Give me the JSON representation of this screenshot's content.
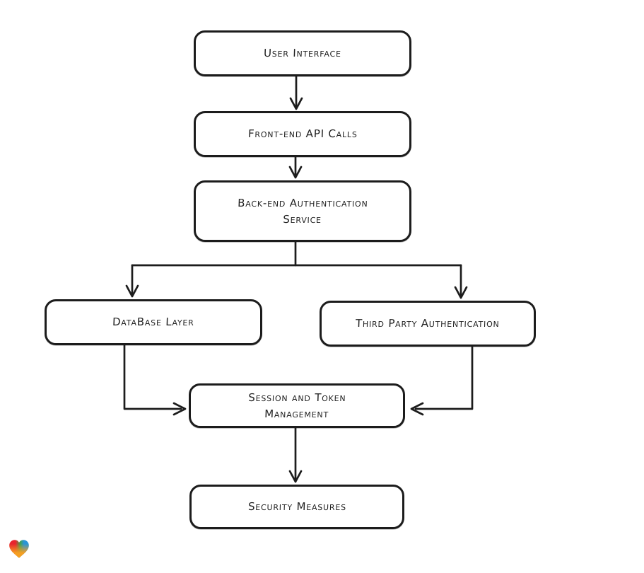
{
  "canvas": {
    "background_color": "#ffffff",
    "stroke_color": "#1c1c1c",
    "node_fill_color": "#ffffff",
    "text_color": "#1f1f1f"
  },
  "diagram": {
    "type": "flowchart",
    "direction": "top-down",
    "nodes": [
      {
        "id": "user-interface",
        "label": "User Interface"
      },
      {
        "id": "front-end-api-calls",
        "label": "Front-end API Calls"
      },
      {
        "id": "back-end-authentication-service",
        "label": "Back-end Authentication Service"
      },
      {
        "id": "database-layer",
        "label": "DataBase Layer"
      },
      {
        "id": "third-party-authentication",
        "label": "Third Party Authentication"
      },
      {
        "id": "session-and-token-management",
        "label": "Session and Token Management"
      },
      {
        "id": "security-measures",
        "label": "Security Measures"
      }
    ],
    "edges": [
      {
        "from": "user-interface",
        "to": "front-end-api-calls"
      },
      {
        "from": "front-end-api-calls",
        "to": "back-end-authentication-service"
      },
      {
        "from": "back-end-authentication-service",
        "to": "database-layer"
      },
      {
        "from": "back-end-authentication-service",
        "to": "third-party-authentication"
      },
      {
        "from": "database-layer",
        "to": "session-and-token-management"
      },
      {
        "from": "third-party-authentication",
        "to": "session-and-token-management"
      },
      {
        "from": "session-and-token-management",
        "to": "security-measures"
      }
    ]
  },
  "watermark": {
    "icon": "heart-gradient-icon",
    "gradient_colors": [
      "#e8252d",
      "#43a047",
      "#2a94d6",
      "#f59f22"
    ]
  }
}
